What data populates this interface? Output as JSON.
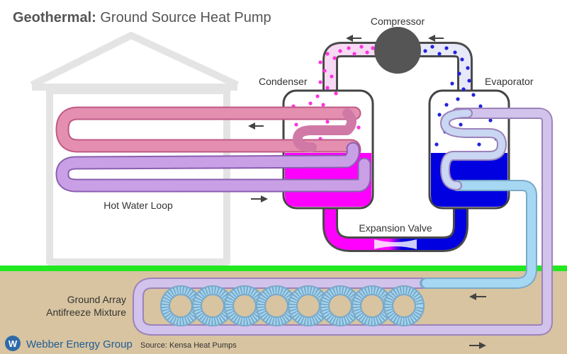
{
  "title": {
    "strong": "Geothermal:",
    "rest": " Ground Source Heat Pump"
  },
  "labels": {
    "compressor": "Compressor",
    "condenser": "Condenser",
    "evaporator": "Evaporator",
    "expansion_valve": "Expansion Valve",
    "hot_water_loop": "Hot Water Loop",
    "ground_array_line1": "Ground Array",
    "ground_array_line2": "Antifreeze Mixture"
  },
  "footer": {
    "brand": "Webber Energy Group",
    "source": "Source: Kensa Heat Pumps",
    "logo_letter": "W"
  },
  "colors": {
    "hot_pipe": "#e58fb0",
    "cool_pipe": "#c9a0e6",
    "ground_pipe": "#a7d8f3",
    "condenser_liquid": "#ff00ff",
    "evaporator_liquid": "#0000e0",
    "grass": "#22e822",
    "soil": "#d8c4a0",
    "compressor": "#555555",
    "house": "#e4e4e4"
  }
}
